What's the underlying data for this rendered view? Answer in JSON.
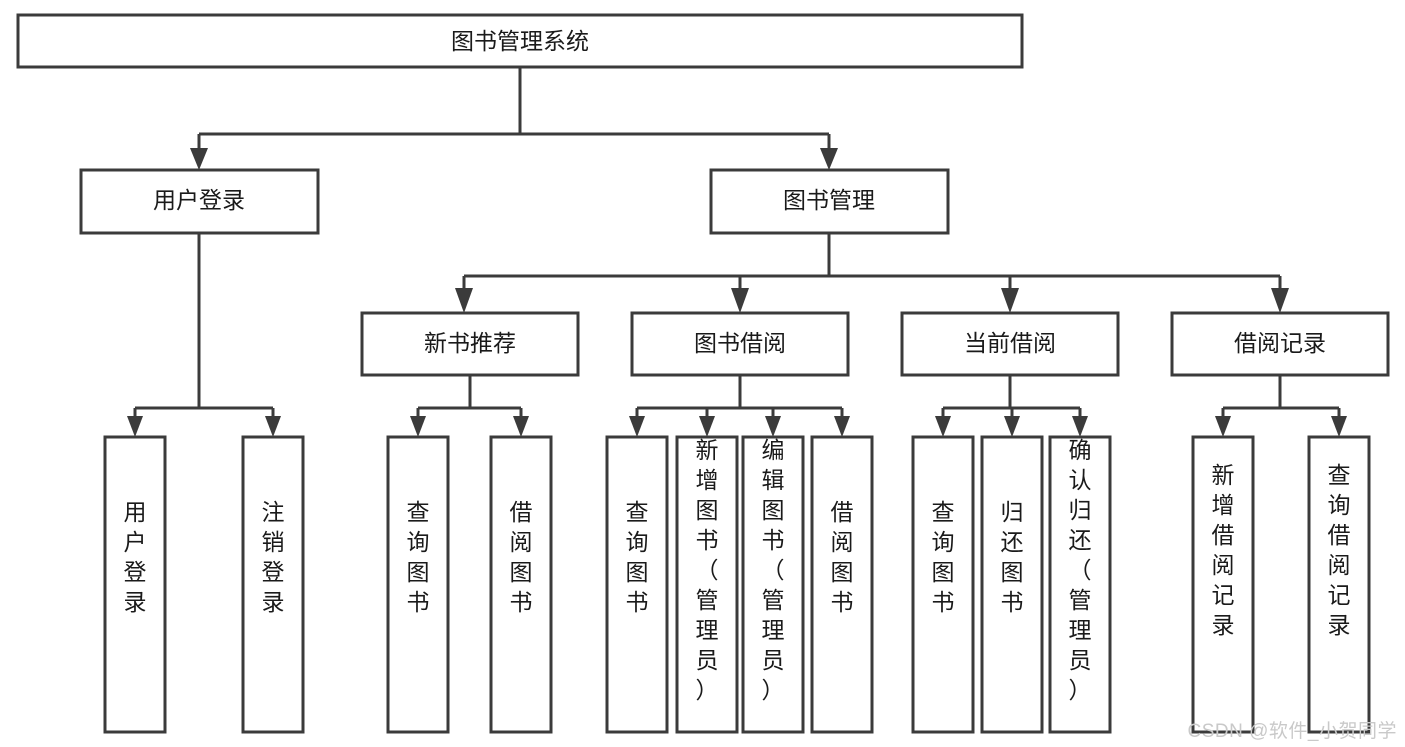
{
  "diagram": {
    "type": "tree-hierarchy",
    "orientation": "top-down",
    "title": "图书管理系统",
    "watermark": "CSDN @软件_小贺同学",
    "colors": {
      "stroke": "#3b3b3b",
      "box_fill": "#ffffff",
      "text": "#1a1a1a",
      "background": "#ffffff",
      "watermark": "#c9c9c9"
    },
    "nodes": {
      "root": {
        "label": "图书管理系统"
      },
      "level2": [
        {
          "id": "user-login",
          "label": "用户登录"
        },
        {
          "id": "book-management",
          "label": "图书管理"
        }
      ],
      "level3": [
        {
          "id": "new-book-recommend",
          "label": "新书推荐"
        },
        {
          "id": "book-borrow",
          "label": "图书借阅"
        },
        {
          "id": "current-borrow",
          "label": "当前借阅"
        },
        {
          "id": "borrow-record",
          "label": "借阅记录"
        }
      ],
      "leaves": {
        "user-login": [
          {
            "id": "leaf-user-login",
            "label": "用户登录"
          },
          {
            "id": "leaf-user-logout",
            "label": "注销登录"
          }
        ],
        "new-book-recommend": [
          {
            "id": "leaf-query-book-1",
            "label": "查询图书"
          },
          {
            "id": "leaf-borrow-book-1",
            "label": "借阅图书"
          }
        ],
        "book-borrow": [
          {
            "id": "leaf-query-book-2",
            "label": "查询图书"
          },
          {
            "id": "leaf-add-book",
            "label": "新增图书（管理员）"
          },
          {
            "id": "leaf-edit-book",
            "label": "编辑图书（管理员）"
          },
          {
            "id": "leaf-borrow-book-2",
            "label": "借阅图书"
          }
        ],
        "current-borrow": [
          {
            "id": "leaf-query-book-3",
            "label": "查询图书"
          },
          {
            "id": "leaf-return-book",
            "label": "归还图书"
          },
          {
            "id": "leaf-confirm-return",
            "label": "确认归还（管理员）"
          }
        ],
        "borrow-record": [
          {
            "id": "leaf-add-record",
            "label": "新增借阅记录"
          },
          {
            "id": "leaf-query-record",
            "label": "查询借阅记录"
          }
        ]
      }
    }
  }
}
